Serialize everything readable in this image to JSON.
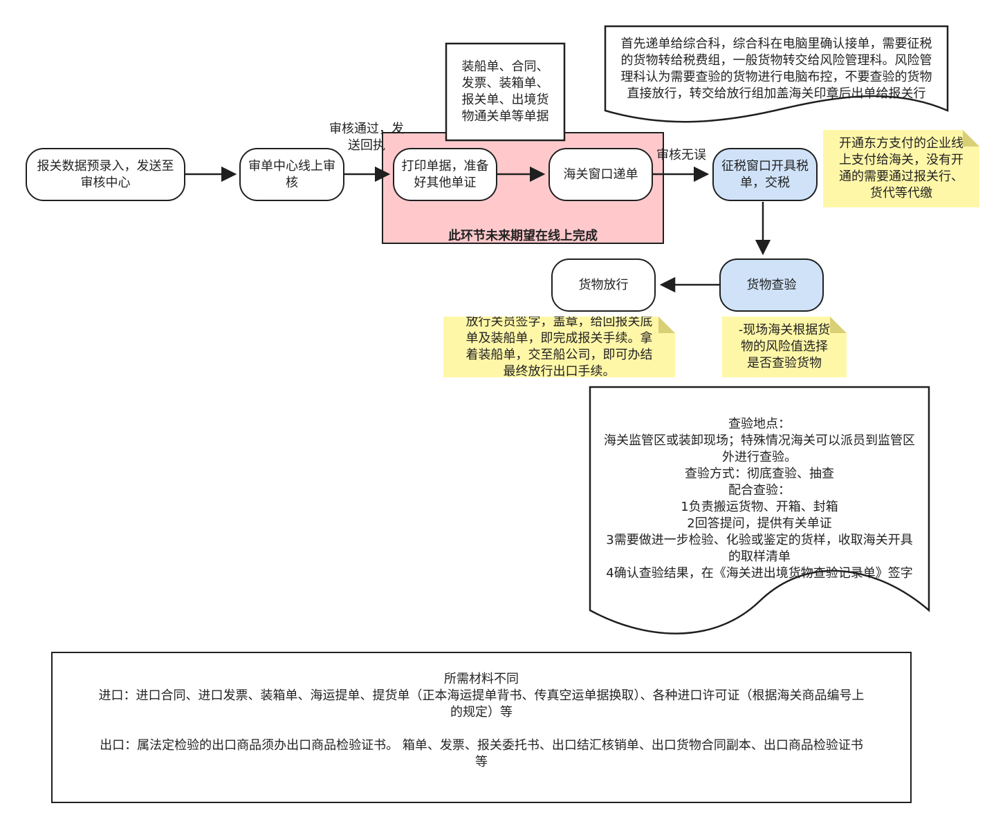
{
  "nodes": {
    "predeclare": "报关数据预录入，发送至审核中心",
    "online_review": "审单中心线上审核",
    "print_docs": "打印单据，准备好其他单证",
    "submit_window": "海关窗口递单",
    "tax_window": "征税窗口开具税单，交税",
    "inspection": "货物查验",
    "release": "货物放行"
  },
  "edge_labels": {
    "review_pass": "审核通过，发\n送回执",
    "review_ok": "审核无误"
  },
  "region": {
    "future_online_label": "此环节未来期望在线上完成"
  },
  "callouts": {
    "documents": "装船单、合同、\n发票、装箱单、\n报关单、出境货\n物通关单等单据",
    "window_process": "首先递单给综合科，综合科在电脑里确认接单，需要征税\n的货物转给税费组，一般货物转交给风险管理科。风险管\n理科认为需要查验的货物进行电脑布控，不要查验的货物\n直接放行，转交给放行组加盖海关印章后出单给报关行",
    "payment_note": "开通东方支付的企业线\n上支付给海关，没有开\n通的需要通过报关行、\n货代等代缴",
    "release_note": "放行关员签字，盖章，给回报关底\n单及装船单，即完成报关手续。拿\n着装船单，交至船公司，即可办结\n最终放行出口手续。",
    "inspection_note": "-现场海关根据货\n物的风险值选择\n是否查验货物",
    "inspection_detail": "查验地点：\n海关监管区或装卸现场；特殊情况海关可以派员到监管区\n外进行查验。\n查验方式：彻底查验、抽查\n配合查验：\n1负责搬运货物、开箱、封箱\n2回答提问，提供有关单证\n3需要做进一步检验、化验或鉴定的货样，收取海关开具\n的取样清单\n4确认查验结果，在《海关进出境货物查验记录单》签字"
  },
  "materials": {
    "title": "所需材料不同",
    "import": "进口：进口合同、进口发票、装箱单、海运提单、提货单（正本海运提单背书、传真空运单据换取）、各种进口许可证（根据海关商品编号上\n的规定）等",
    "export": "出口：属法定检验的出口商品须办出口商品检验证书。 箱单、发票、报关委托书、出口结汇核销单、出口货物合同副本、出口商品检验证书\n等"
  },
  "colors": {
    "region_fill": "#ffc9cc",
    "blue_fill": "#cfe2f8",
    "note_fill": "#fff7a8",
    "stroke": "#1f1f1f"
  }
}
